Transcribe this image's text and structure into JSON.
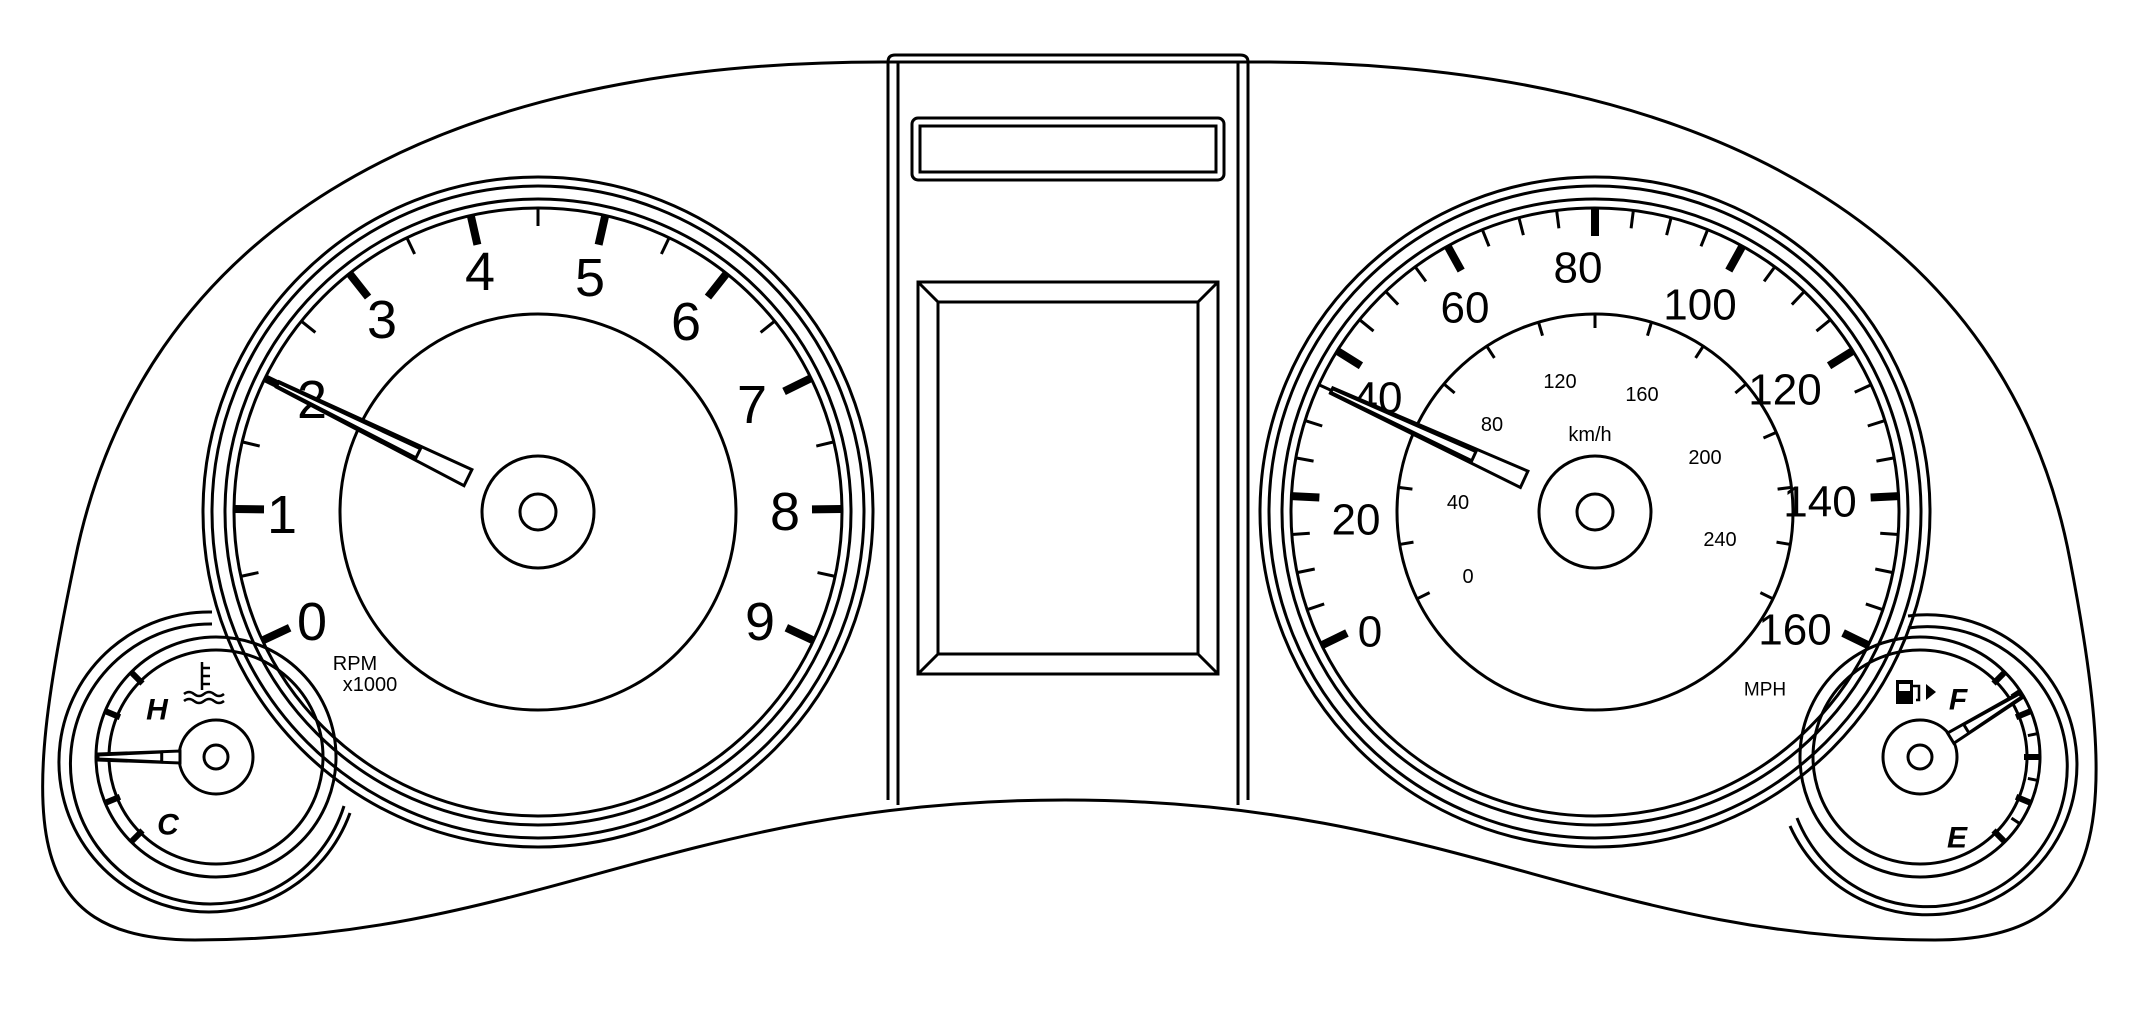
{
  "tachometer": {
    "labels": [
      "0",
      "1",
      "2",
      "3",
      "4",
      "5",
      "6",
      "7",
      "8",
      "9"
    ],
    "unit_line1": "RPM",
    "unit_line2": "x1000",
    "needle_value": 2
  },
  "speedometer": {
    "mph_labels": [
      "0",
      "20",
      "40",
      "60",
      "80",
      "100",
      "120",
      "140",
      "160"
    ],
    "kmh_labels": [
      "0",
      "40",
      "80",
      "120",
      "160",
      "200",
      "240"
    ],
    "kmh_unit": "km/h",
    "mph_unit": "MPH",
    "needle_value_mph": 35
  },
  "temperature_gauge": {
    "hot_label": "H",
    "cold_label": "C",
    "icon": "coolant-temperature-icon",
    "needle_fraction": 0.5
  },
  "fuel_gauge": {
    "full_label": "F",
    "empty_label": "E",
    "icon": "fuel-pump-icon",
    "needle_fraction": 0.85
  },
  "colors": {
    "line": "#000000",
    "background": "#ffffff"
  }
}
